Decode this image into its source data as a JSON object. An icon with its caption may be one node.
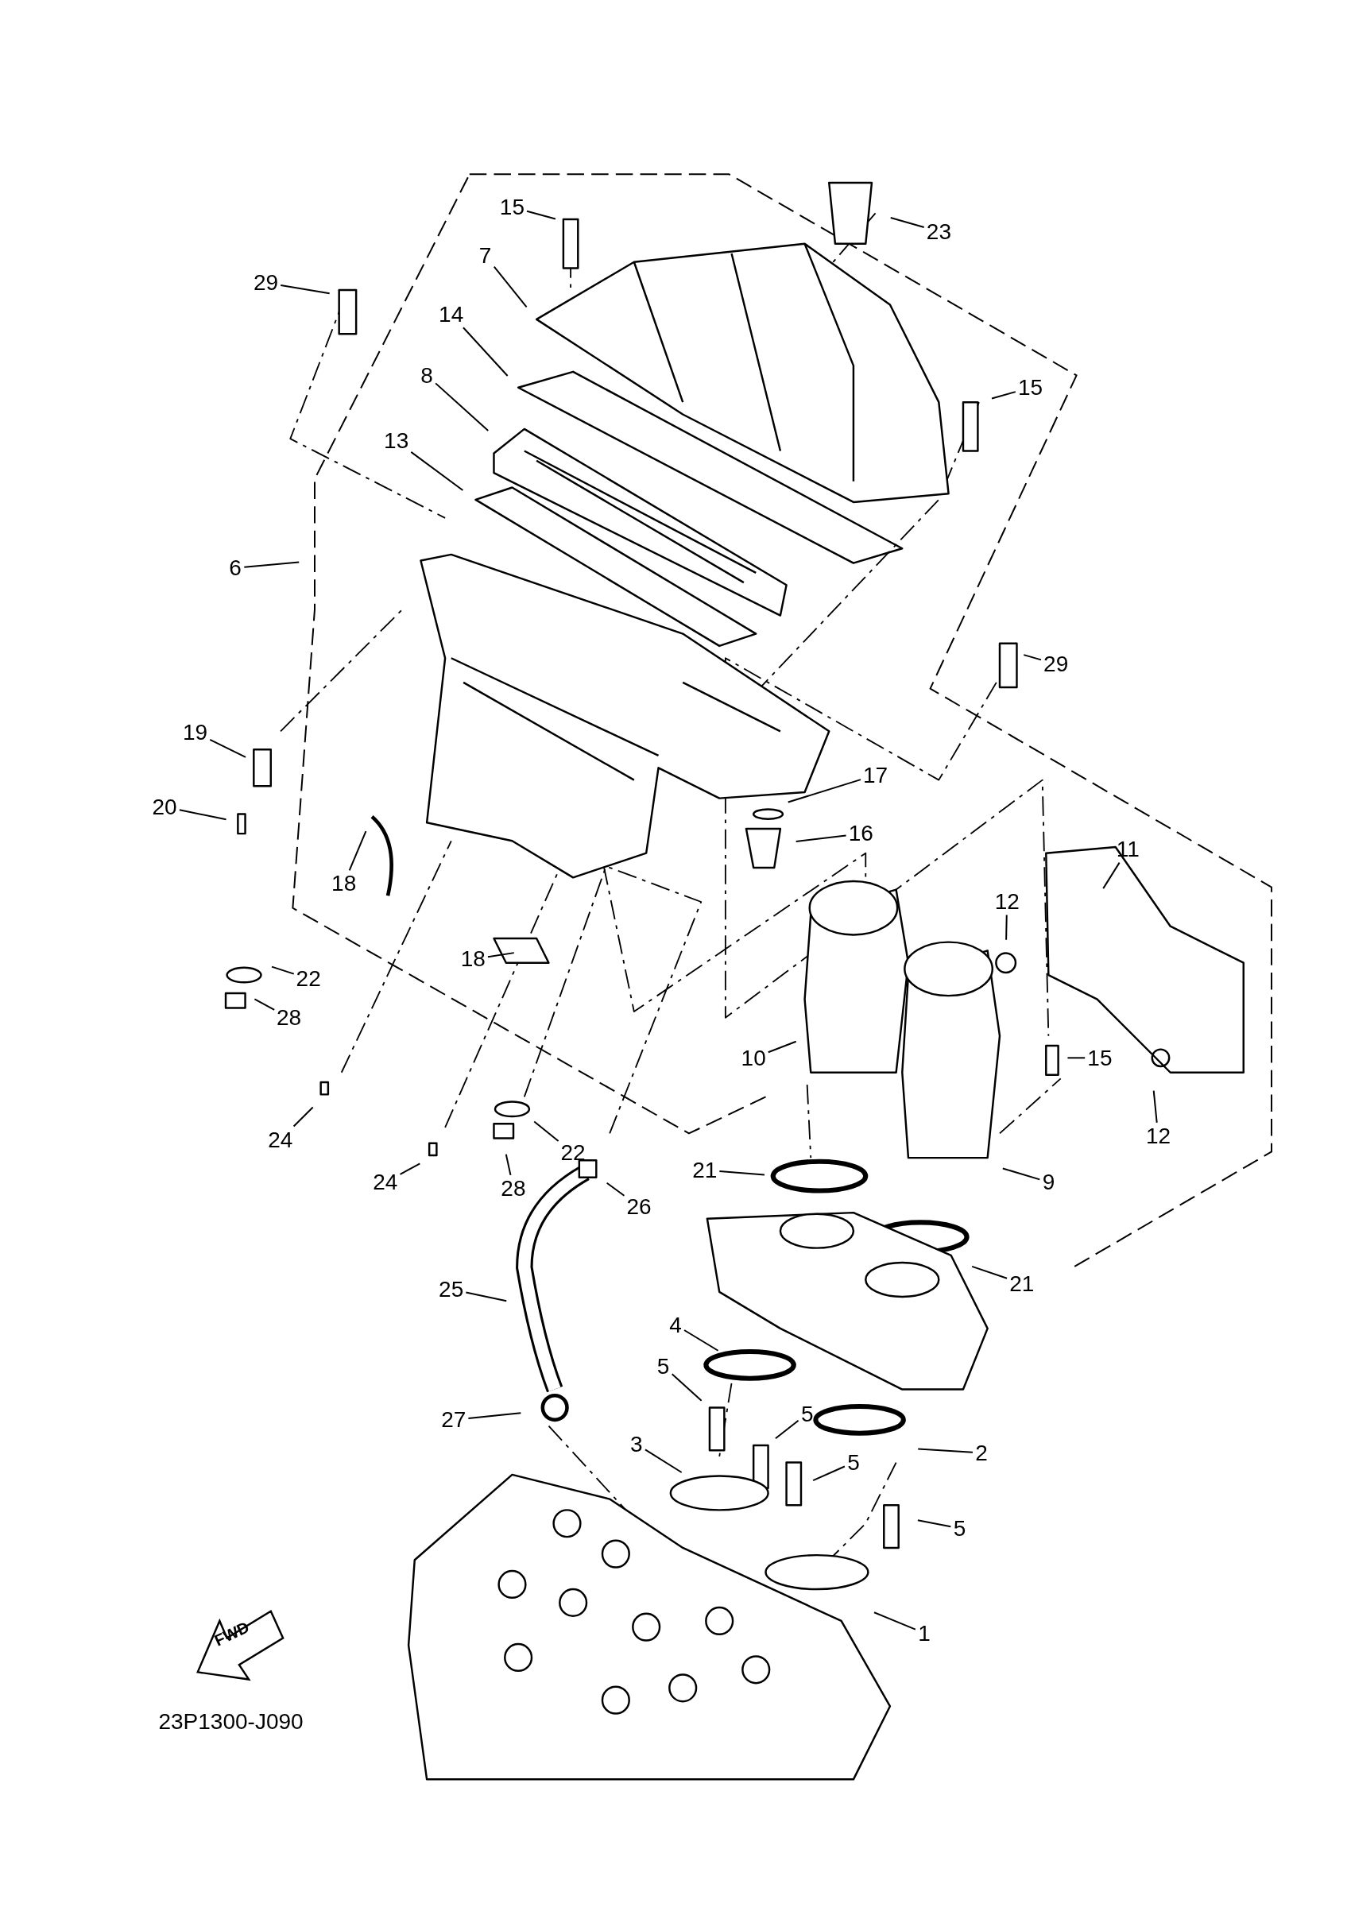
{
  "diagram": {
    "nodes": [
      {
        "text": [
          "15"
        ]
      },
      {
        "text": [
          "23"
        ]
      },
      {
        "text": [
          "7"
        ]
      },
      {
        "text": [
          "29"
        ]
      },
      {
        "text": [
          "14"
        ]
      },
      {
        "text": [
          "15"
        ]
      },
      {
        "text": [
          "8"
        ]
      },
      {
        "text": [
          "13"
        ]
      },
      {
        "text": [
          "6"
        ]
      },
      {
        "text": [
          "29"
        ]
      },
      {
        "text": [
          "19"
        ]
      },
      {
        "text": [
          "20"
        ]
      },
      {
        "text": [
          "17"
        ]
      },
      {
        "text": [
          "16"
        ]
      },
      {
        "text": [
          "11"
        ]
      },
      {
        "text": [
          "18"
        ]
      },
      {
        "text": [
          "12"
        ]
      },
      {
        "text": [
          "18"
        ]
      },
      {
        "text": [
          "22"
        ]
      },
      {
        "text": [
          "28"
        ]
      },
      {
        "text": [
          "15"
        ]
      },
      {
        "text": [
          "10"
        ]
      },
      {
        "text": [
          "12"
        ]
      },
      {
        "text": [
          "24"
        ]
      },
      {
        "text": [
          "22"
        ]
      },
      {
        "text": [
          "24"
        ]
      },
      {
        "text": [
          "21"
        ]
      },
      {
        "text": [
          "9"
        ]
      },
      {
        "text": [
          "28"
        ]
      },
      {
        "text": [
          "26"
        ]
      },
      {
        "text": [
          "25"
        ]
      },
      {
        "text": [
          "21"
        ]
      },
      {
        "text": [
          "4"
        ]
      },
      {
        "text": [
          "5"
        ]
      },
      {
        "text": [
          "5"
        ]
      },
      {
        "text": [
          "27"
        ]
      },
      {
        "text": [
          "2"
        ]
      },
      {
        "text": [
          "3"
        ]
      },
      {
        "text": [
          "5"
        ]
      },
      {
        "text": [
          "5"
        ]
      },
      {
        "text": [
          "1"
        ]
      }
    ],
    "edges": [
      {
        "from": 0,
        "to": null,
        "arrow": "none"
      },
      {
        "from": 1,
        "to": null,
        "arrow": "none"
      },
      {
        "from": 2,
        "to": null,
        "arrow": "none"
      },
      {
        "from": 3,
        "to": null,
        "arrow": "none"
      },
      {
        "from": 4,
        "to": null,
        "arrow": "none"
      },
      {
        "from": 5,
        "to": null,
        "arrow": "none"
      },
      {
        "from": 6,
        "to": null,
        "arrow": "none"
      },
      {
        "from": 7,
        "to": null,
        "arrow": "none"
      },
      {
        "from": 8,
        "to": null,
        "arrow": "none"
      },
      {
        "from": 9,
        "to": null,
        "arrow": "none"
      },
      {
        "from": 10,
        "to": null,
        "arrow": "none"
      },
      {
        "from": 11,
        "to": null,
        "arrow": "none"
      },
      {
        "from": 12,
        "to": null,
        "arrow": "none"
      },
      {
        "from": 13,
        "to": null,
        "arrow": "none"
      },
      {
        "from": 14,
        "to": null,
        "arrow": "none"
      },
      {
        "from": 15,
        "to": null,
        "arrow": "none"
      },
      {
        "from": 16,
        "to": null,
        "arrow": "none"
      },
      {
        "from": 17,
        "to": null,
        "arrow": "none"
      },
      {
        "from": 18,
        "to": null,
        "arrow": "none"
      },
      {
        "from": 19,
        "to": null,
        "arrow": "none"
      },
      {
        "from": 20,
        "to": null,
        "arrow": "none"
      },
      {
        "from": 21,
        "to": null,
        "arrow": "none"
      },
      {
        "from": 22,
        "to": null,
        "arrow": "none"
      },
      {
        "from": 23,
        "to": null,
        "arrow": "none"
      },
      {
        "from": 24,
        "to": null,
        "arrow": "none"
      },
      {
        "from": 25,
        "to": null,
        "arrow": "none"
      },
      {
        "from": 26,
        "to": null,
        "arrow": "none"
      },
      {
        "from": 27,
        "to": null,
        "arrow": "none"
      },
      {
        "from": 28,
        "to": null,
        "arrow": "none"
      },
      {
        "from": 29,
        "to": null,
        "arrow": "none"
      },
      {
        "from": 30,
        "to": null,
        "arrow": "none"
      },
      {
        "from": 31,
        "to": null,
        "arrow": "none"
      },
      {
        "from": 32,
        "to": null,
        "arrow": "none"
      },
      {
        "from": 33,
        "to": null,
        "arrow": "none"
      },
      {
        "from": 34,
        "to": null,
        "arrow": "none"
      },
      {
        "from": 35,
        "to": null,
        "arrow": "none"
      },
      {
        "from": 36,
        "to": null,
        "arrow": "none"
      },
      {
        "from": 37,
        "to": null,
        "arrow": "none"
      },
      {
        "from": 38,
        "to": null,
        "arrow": "none"
      },
      {
        "from": 39,
        "to": null,
        "arrow": "none"
      },
      {
        "from": 40,
        "to": null,
        "arrow": "none"
      }
    ],
    "labels": [
      "FWD",
      "23P1300-J090"
    ]
  }
}
